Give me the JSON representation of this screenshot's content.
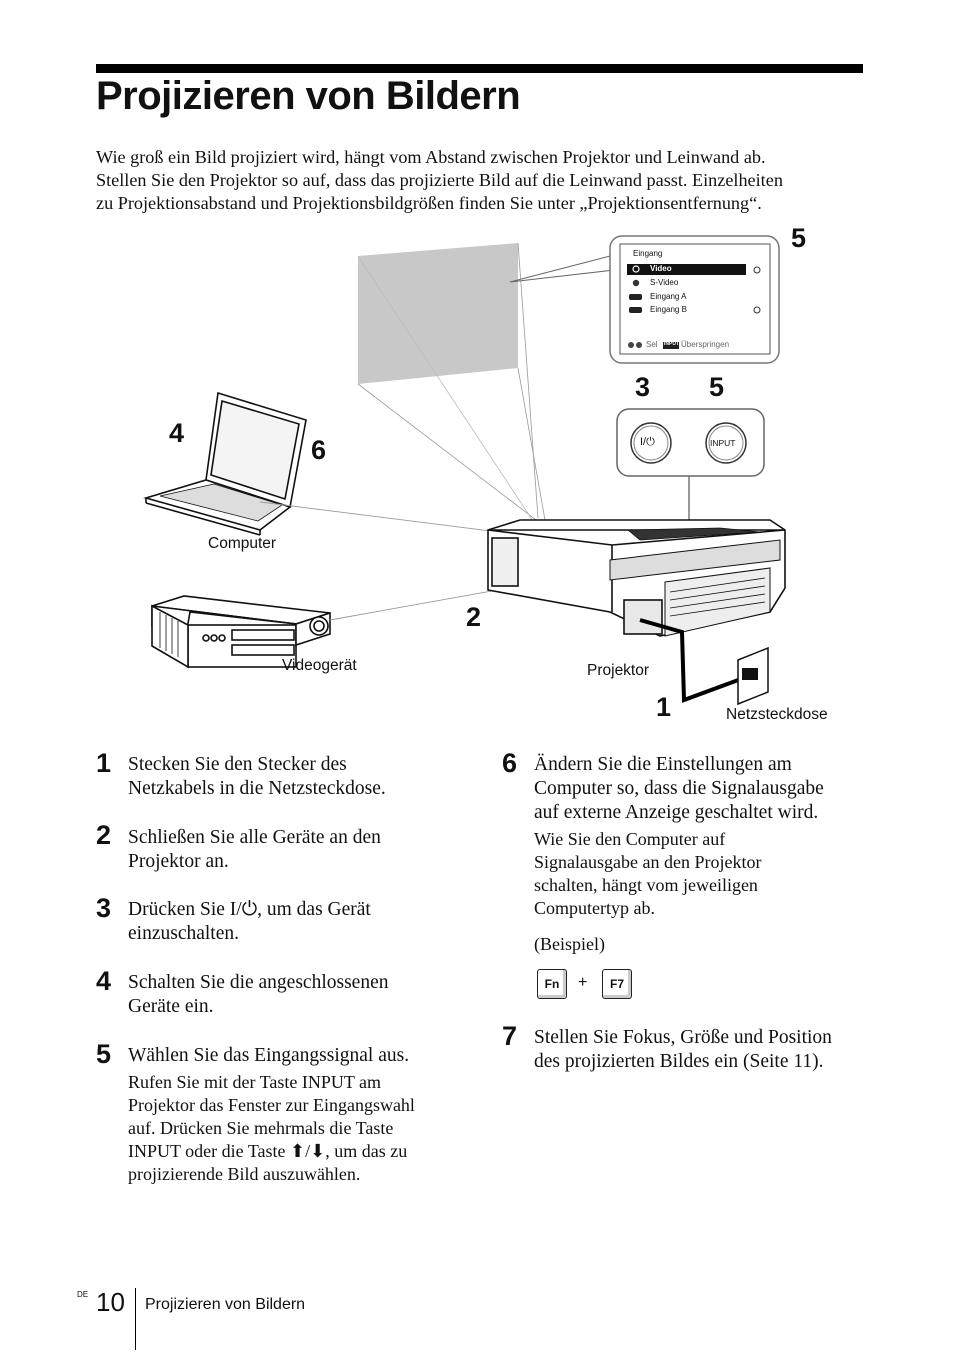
{
  "page": {
    "title": "Projizieren von Bildern",
    "intro_lines": [
      "Wie groß ein Bild projiziert wird, hängt vom Abstand zwischen Projektor und Leinwand ab.",
      "Stellen Sie den Projektor so auf, dass das projizierte Bild auf die Leinwand passt. Einzelheiten",
      "zu Projektionsabstand und Projektionsbildgrößen finden Sie unter „Projektionsentfernung“."
    ]
  },
  "diagram": {
    "labels": {
      "computer": "Computer",
      "video": "Videogerät",
      "projector": "Projektor",
      "outlet": "Netzsteckdose"
    },
    "callouts": {
      "c1": "1",
      "c2": "2",
      "c3": "3",
      "c4": "4",
      "c5_top": "5",
      "c5_mid": "5",
      "c6": "6"
    },
    "buttons": {
      "power_symbol": "I/⏻",
      "input": "INPUT"
    },
    "osd": {
      "title": "Eingang",
      "items": [
        "Video",
        "S-Video",
        "Eingang A",
        "Eingang B"
      ],
      "footer_sel": "Sel",
      "footer_key": "INPUT",
      "footer_skip": "Überspringen"
    }
  },
  "steps_left": [
    {
      "num": "1",
      "title_lines": [
        "Stecken Sie den Stecker des",
        "Netzkabels in die Netzsteckdose."
      ]
    },
    {
      "num": "2",
      "title_lines": [
        "Schließen Sie alle Geräte an den",
        "Projektor an."
      ]
    },
    {
      "num": "3",
      "title_lines": [
        "Drücken Sie I/⏻, um das Gerät",
        "einzuschalten."
      ]
    },
    {
      "num": "4",
      "title_lines": [
        "Schalten Sie die angeschlossenen",
        "Geräte ein."
      ]
    },
    {
      "num": "5",
      "title_lines": [
        "Wählen Sie das Eingangssignal aus."
      ],
      "body_lines": [
        "Rufen Sie mit der Taste INPUT am",
        "Projektor das Fenster zur Eingangswahl",
        "auf. Drücken Sie mehrmals die Taste",
        "INPUT oder die Taste ⬆/⬇, um das zu",
        "projizierende Bild auszuwählen."
      ]
    }
  ],
  "steps_right": [
    {
      "num": "6",
      "title_lines": [
        "Ändern Sie die Einstellungen am",
        "Computer so, dass die Signalausgabe",
        "auf externe Anzeige geschaltet wird."
      ],
      "body_lines": [
        "Wie Sie den Computer auf",
        "Signalausgabe an den Projektor",
        "schalten, hängt vom jeweiligen",
        "Computertyp ab."
      ],
      "example_label": "(Beispiel)",
      "keys": [
        "Fn",
        "F7"
      ],
      "plus": "+"
    },
    {
      "num": "7",
      "title_lines": [
        "Stellen Sie Fokus, Größe und Position",
        "des projizierten Bildes ein (Seite 11)."
      ]
    }
  ],
  "footer": {
    "lang": "DE",
    "page_number": "10",
    "section": "Projizieren von Bildern"
  }
}
